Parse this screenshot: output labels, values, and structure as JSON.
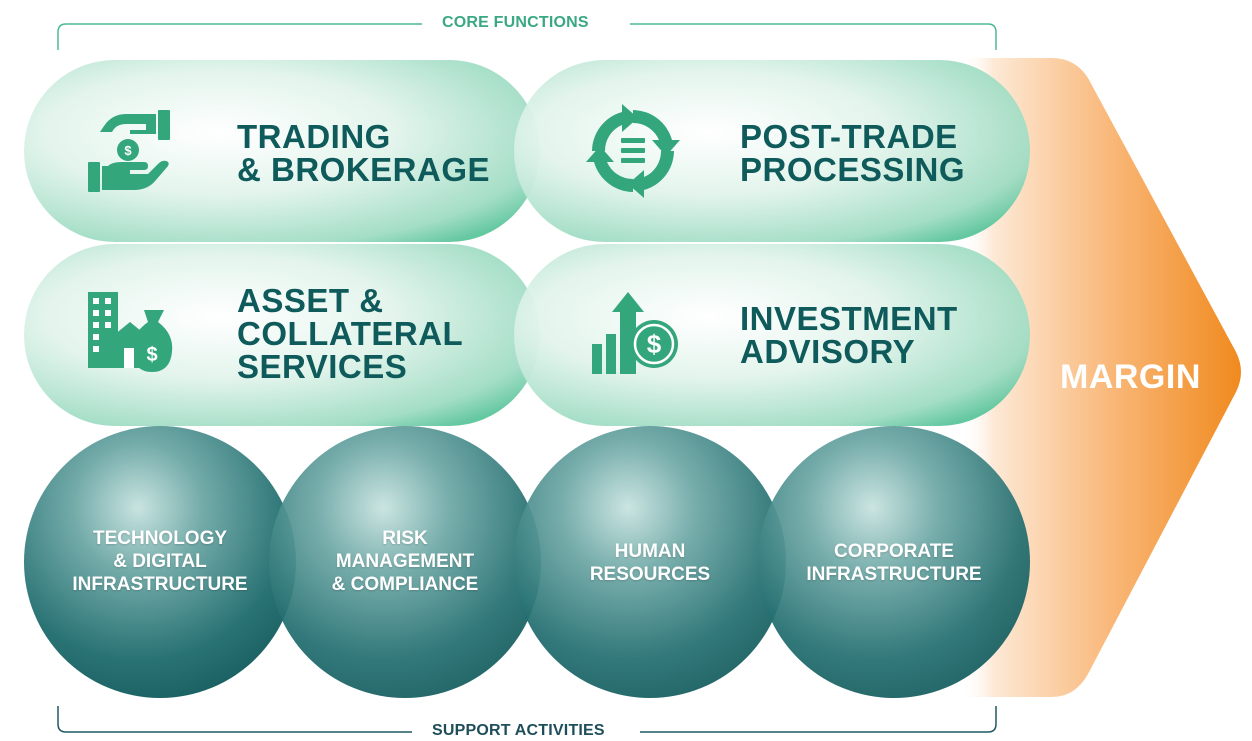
{
  "brackets": {
    "top_label": "CORE FUNCTIONS",
    "bottom_label": "SUPPORT ACTIVITIES"
  },
  "core_functions": [
    {
      "lines": [
        "TRADING",
        "& BROKERAGE"
      ],
      "icon": "hand-money-icon"
    },
    {
      "lines": [
        "POST-TRADE",
        "PROCESSING"
      ],
      "icon": "cycle-document-icon"
    },
    {
      "lines": [
        "ASSET &",
        "COLLATERAL",
        "SERVICES"
      ],
      "icon": "building-moneybag-icon"
    },
    {
      "lines": [
        "INVESTMENT",
        "ADVISORY"
      ],
      "icon": "growth-dollar-icon"
    }
  ],
  "support_activities": [
    {
      "lines": [
        "TECHNOLOGY",
        "& DIGITAL",
        "INFRASTRUCTURE"
      ]
    },
    {
      "lines": [
        "RISK",
        "MANAGEMENT",
        "& COMPLIANCE"
      ]
    },
    {
      "lines": [
        "HUMAN",
        "RESOURCES"
      ]
    },
    {
      "lines": [
        "CORPORATE",
        "INFRASTRUCTURE"
      ]
    }
  ],
  "margin_label": "MARGIN",
  "colors": {
    "bracket": "#4db894",
    "bracket_text": "#3aa882",
    "core_text": "#0f5a5a",
    "icon": "#33a67c",
    "core_fill_light": "#f4fbf8",
    "core_fill_dark": "#5cc59c",
    "sphere_light": "#b9dcd8",
    "sphere_dark": "#0f5d5f",
    "margin_light": "#fde7d3",
    "margin_dark": "#f08a1e",
    "bottom_label_text": "#1e4e5a"
  }
}
